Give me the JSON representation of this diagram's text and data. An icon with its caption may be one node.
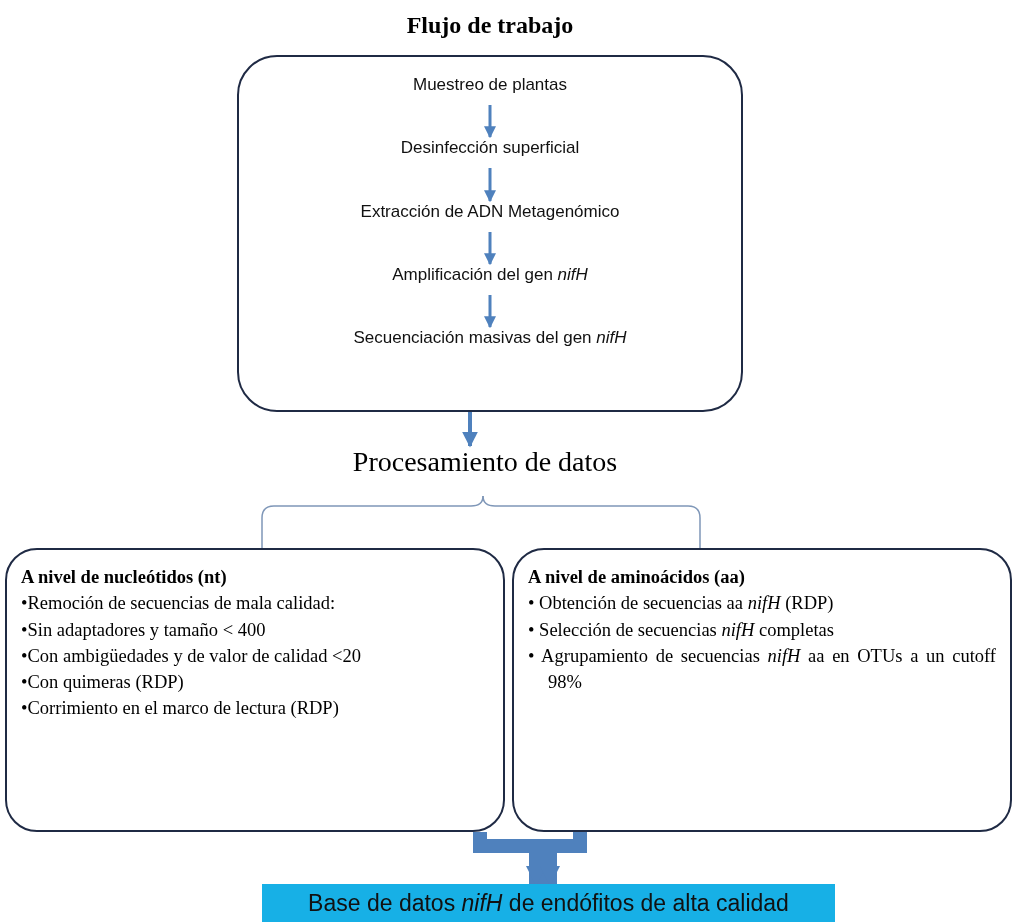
{
  "diagram": {
    "title": "Flujo de trabajo",
    "nodes": [
      {
        "text": [],
        "shape": "box"
      },
      {
        "text": [
          "Muestreo de plantas"
        ],
        "in": 0
      },
      {
        "text": [
          "Desinfección superficial"
        ],
        "in": 0
      },
      {
        "text": [
          "Extracción de ADN Metagenómico"
        ],
        "in": 0
      },
      {
        "text": [
          "Amplificación del gen *nifH*"
        ],
        "in": 0
      },
      {
        "text": [
          "Secuenciación masivas del gen *nifH*"
        ],
        "in": 0
      },
      {
        "text": [
          "Procesamiento de datos"
        ]
      },
      {
        "text": [
          "A nivel de nucleótidos (nt)",
          "•Remoción de secuencias de mala calidad:",
          "•Sin adaptadores y tamaño < 400",
          "•Con ambigüedades y de valor de calidad <20",
          "•Con quimeras (RDP)",
          "•Corrimiento en el marco de lectura (RDP)"
        ]
      },
      {
        "text": [
          "A nivel de aminoácidos (aa)",
          "• Obtención de secuencias aa *nifH* (RDP)",
          "• Selección de secuencias *nifH* completas",
          "• Agrupamiento de secuencias *nifH* aa en OTUs a un cutoff 98%"
        ]
      },
      {
        "text": [
          "Base de datos *nifH* de endófitos de alta calidad"
        ]
      }
    ],
    "edges": [
      {
        "from": 1,
        "to": 2,
        "arrow": "to"
      },
      {
        "from": 2,
        "to": 3,
        "arrow": "to"
      },
      {
        "from": 3,
        "to": 4,
        "arrow": "to"
      },
      {
        "from": 4,
        "to": 5,
        "arrow": "to"
      },
      {
        "from": 0,
        "to": 6,
        "arrow": "to"
      },
      {
        "from": 6,
        "to": 7,
        "arrow": "none"
      },
      {
        "from": 6,
        "to": 8,
        "arrow": "none"
      },
      {
        "from": 7,
        "to": 9,
        "arrow": "to",
        "style": "thick"
      },
      {
        "from": 8,
        "to": 9,
        "arrow": "to",
        "style": "thick"
      }
    ]
  }
}
